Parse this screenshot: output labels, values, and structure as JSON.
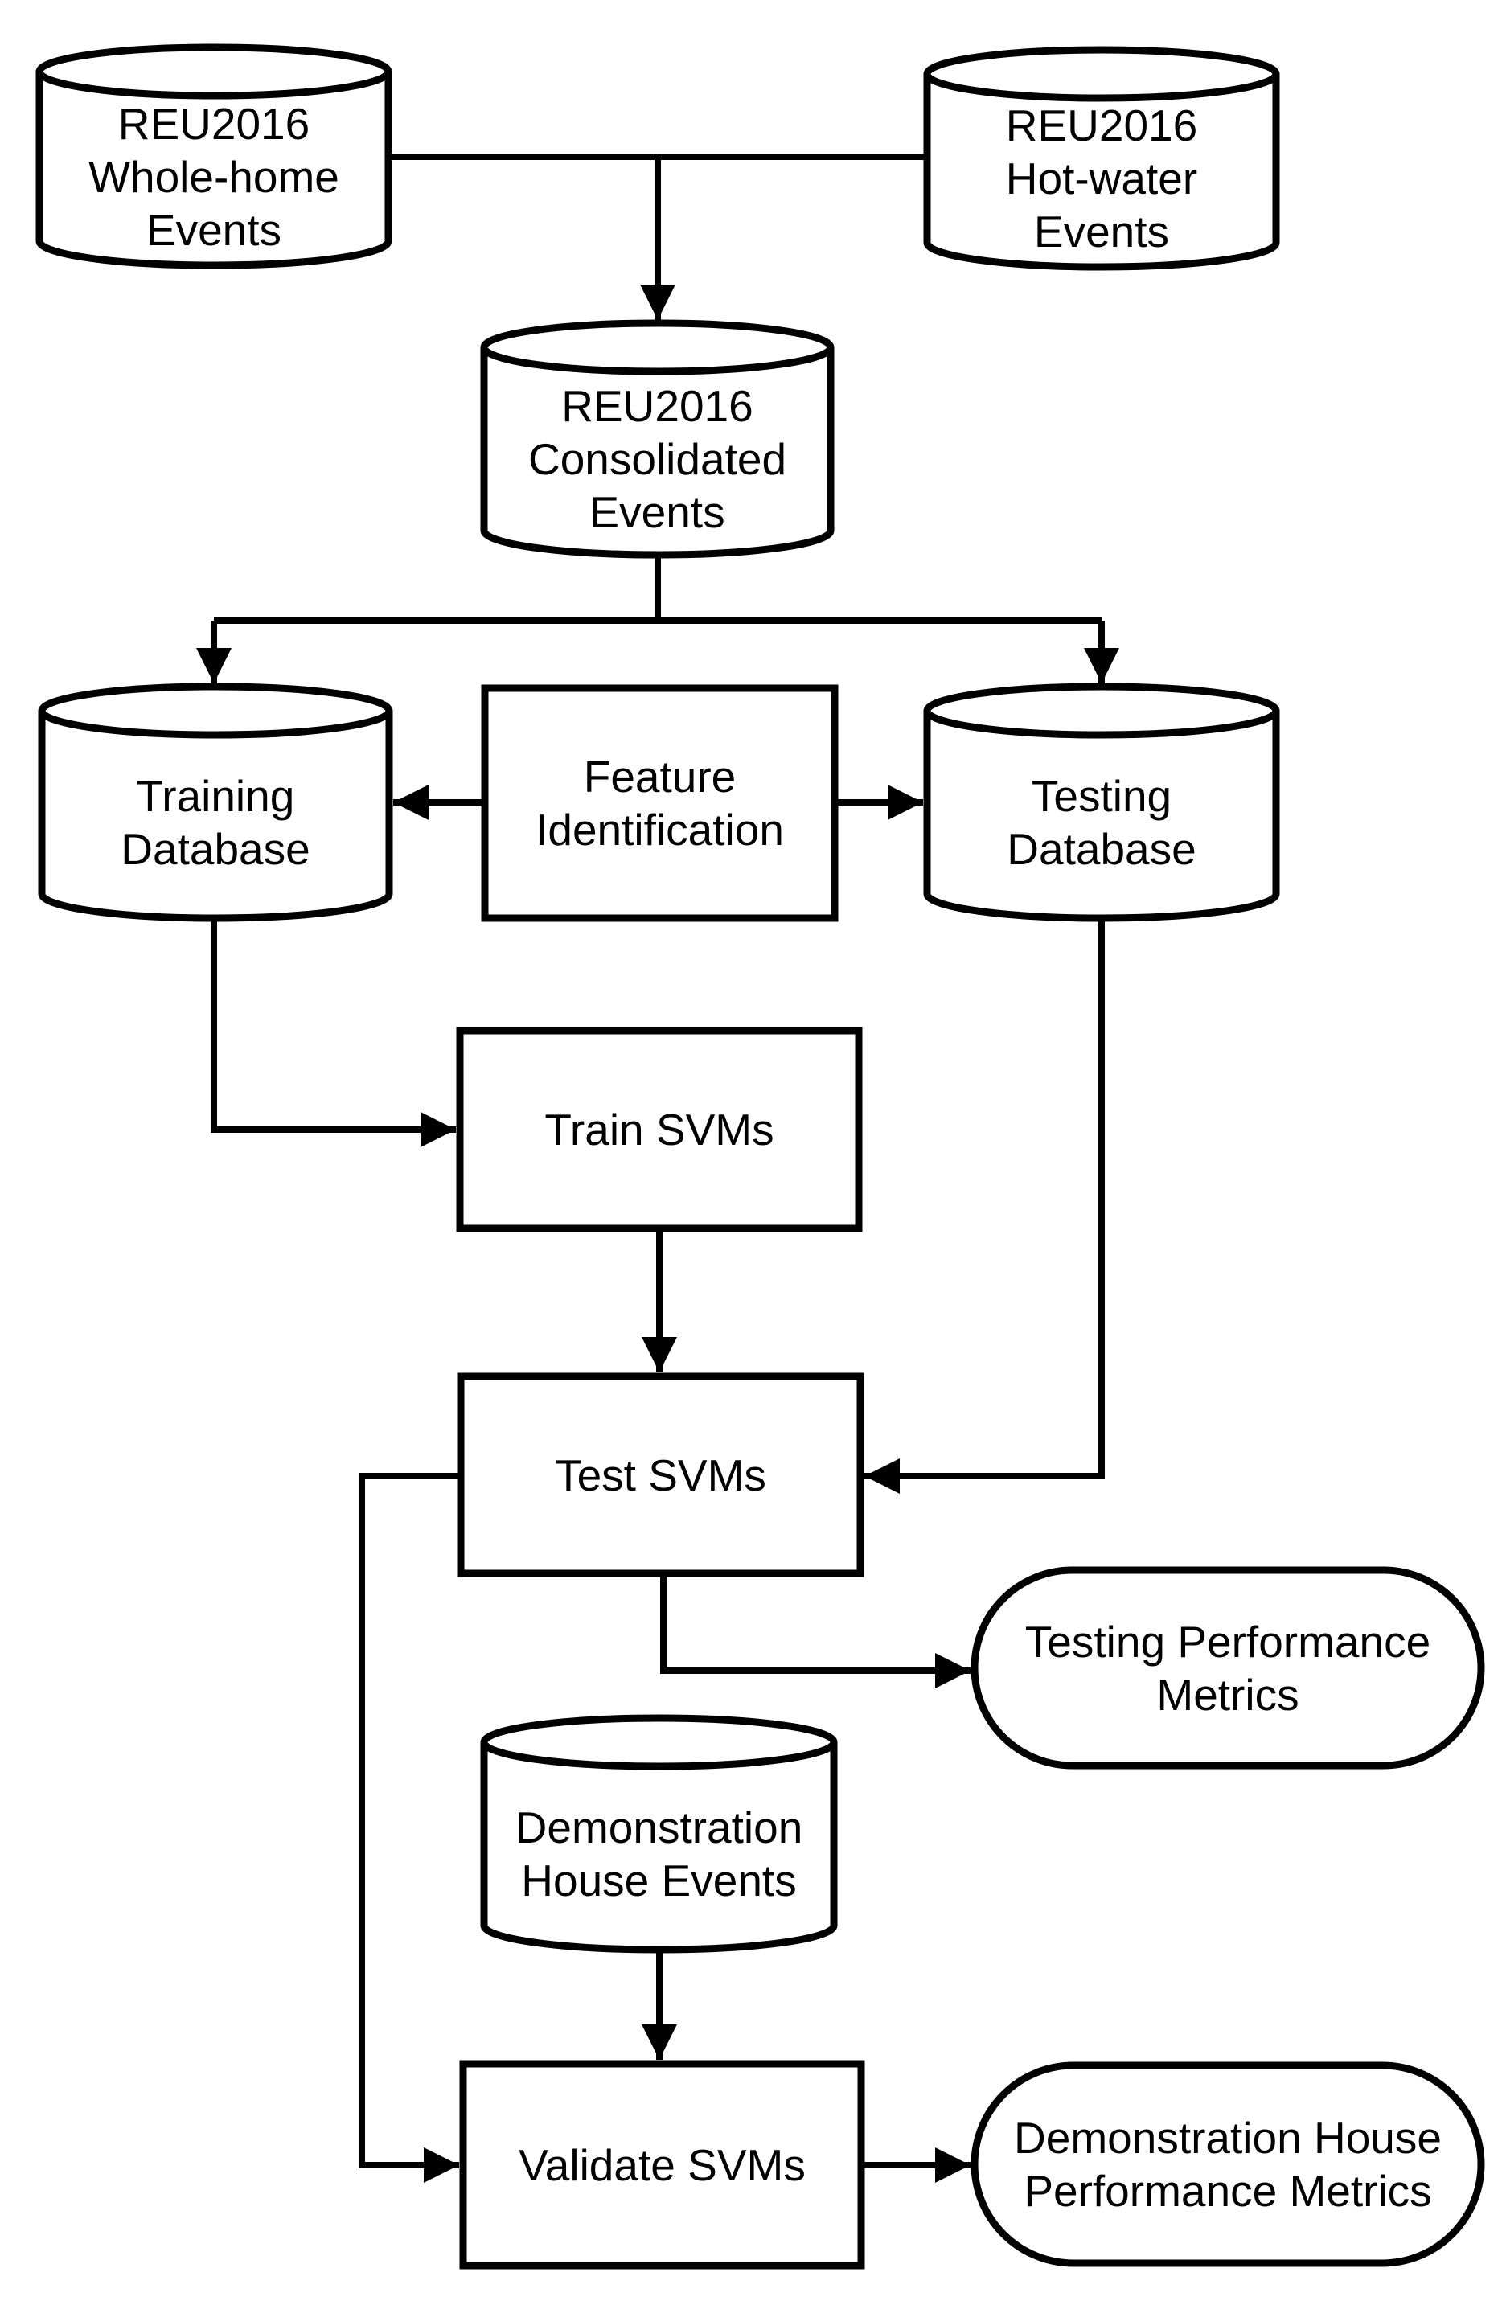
{
  "diagram": {
    "background_color": "#ffffff",
    "line_color": "#000000",
    "nodes": {
      "whole_home": {
        "shape": "cylinder",
        "label": "REU2016\nWhole-home\nEvents"
      },
      "hot_water": {
        "shape": "cylinder",
        "label": "REU2016\nHot-water\nEvents"
      },
      "consolidated": {
        "shape": "cylinder",
        "label": "REU2016\nConsolidated\nEvents"
      },
      "training_db": {
        "shape": "cylinder",
        "label": "Training\nDatabase"
      },
      "feature_id": {
        "shape": "rectangle",
        "label": "Feature\nIdentification"
      },
      "testing_db": {
        "shape": "cylinder",
        "label": "Testing\nDatabase"
      },
      "train_svms": {
        "shape": "rectangle",
        "label": "Train SVMs"
      },
      "test_svms": {
        "shape": "rectangle",
        "label": "Test SVMs"
      },
      "testing_metrics": {
        "shape": "stadium",
        "label": "Testing Performance\nMetrics"
      },
      "demo_events": {
        "shape": "cylinder",
        "label": "Demonstration\nHouse Events"
      },
      "validate_svms": {
        "shape": "rectangle",
        "label": "Validate SVMs"
      },
      "demo_metrics": {
        "shape": "stadium",
        "label": "Demonstration House\nPerformance Metrics"
      }
    },
    "edges": [
      "whole_home - hot_water",
      "junction -> consolidated",
      "consolidated -> training_db",
      "consolidated -> testing_db",
      "feature_id -> training_db",
      "feature_id -> testing_db",
      "training_db -> train_svms",
      "train_svms -> test_svms",
      "testing_db -> test_svms",
      "test_svms -> testing_metrics",
      "test_svms -> validate_svms",
      "demo_events -> validate_svms",
      "validate_svms -> demo_metrics"
    ]
  }
}
